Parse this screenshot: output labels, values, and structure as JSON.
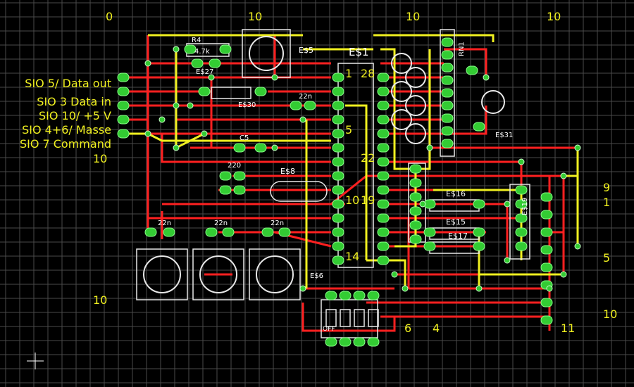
{
  "colors": {
    "background": "#000000",
    "grid": "#4a4a4a",
    "top_trace": "#ff2020",
    "bottom_trace": "#f0f020",
    "pad": "#33cc33",
    "via": "#33cc33",
    "silk": "#e8e8e8",
    "text": "#f0f020"
  },
  "grid_marks": {
    "top": [
      "0",
      "10",
      "10",
      "10"
    ],
    "left": [
      "10",
      "10"
    ],
    "right": [
      "9",
      "1",
      "5",
      "10",
      "11"
    ],
    "bottom": [
      "6",
      "4"
    ]
  },
  "signal_labels": [
    "SIO 5/ Data out",
    "SIO 3 Data in",
    "SIO 10/ +5 V",
    "SIO 4+6/ Masse",
    "SIO 7 Command"
  ],
  "ic": {
    "name": "E$1",
    "pin_labels": [
      "1",
      "28",
      "5",
      "22",
      "10",
      "19",
      "14"
    ]
  },
  "components": {
    "r4": "R4",
    "r4_value": "4.7k",
    "e5": "E$5",
    "e27": "E$27",
    "e30": "E$30",
    "c22n": "22n",
    "c5": "C5",
    "c220": "220",
    "e8": "E$8",
    "e16": "E$16",
    "e15": "E$15",
    "e17": "E$17",
    "e31": "E$31",
    "rn1": "RN1",
    "switch_off": "OFF",
    "e6": "E$6",
    "connector": "E$19"
  }
}
